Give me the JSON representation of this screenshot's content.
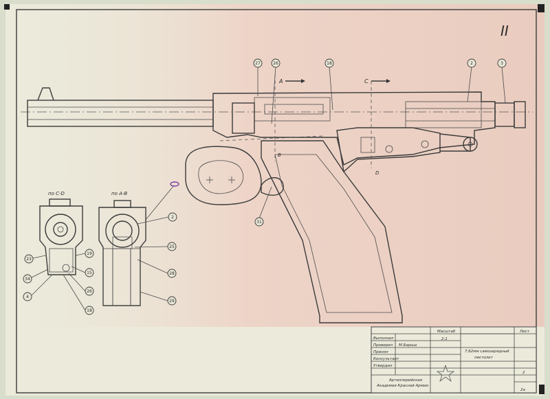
{
  "drawing": {
    "sheet_mark": "II",
    "sections": {
      "cd_label": "по C-D",
      "ab_label": "по A-B"
    },
    "section_marks": [
      "A",
      "C",
      "B",
      "D"
    ],
    "callouts_main": [
      "27",
      "26",
      "18",
      "2",
      "3",
      "31"
    ],
    "callouts_cd": [
      "23",
      "19",
      "34",
      "15",
      "4",
      "26",
      "18"
    ],
    "callouts_ab": [
      "2",
      "25",
      "28",
      "29"
    ]
  },
  "title_block": {
    "scale_label": "Масштаб",
    "scale_value": "2:1",
    "sheet_label": "Лист",
    "title_line1": "7,62мм самозарядный",
    "title_line2": "пистолет",
    "author": "М.Барыш",
    "sheet_number": "2",
    "org_line1": "Артиллерийская",
    "org_line2": "Академия Красной Армии",
    "doc_number": "2a",
    "role_labels": [
      "Выполнил",
      "Проверил",
      "Принял",
      "Консультант",
      "Утвердил"
    ]
  },
  "colors": {
    "paper": "#ebeadb",
    "tint": "#eed0c4",
    "ink": "#3a3a3a"
  }
}
